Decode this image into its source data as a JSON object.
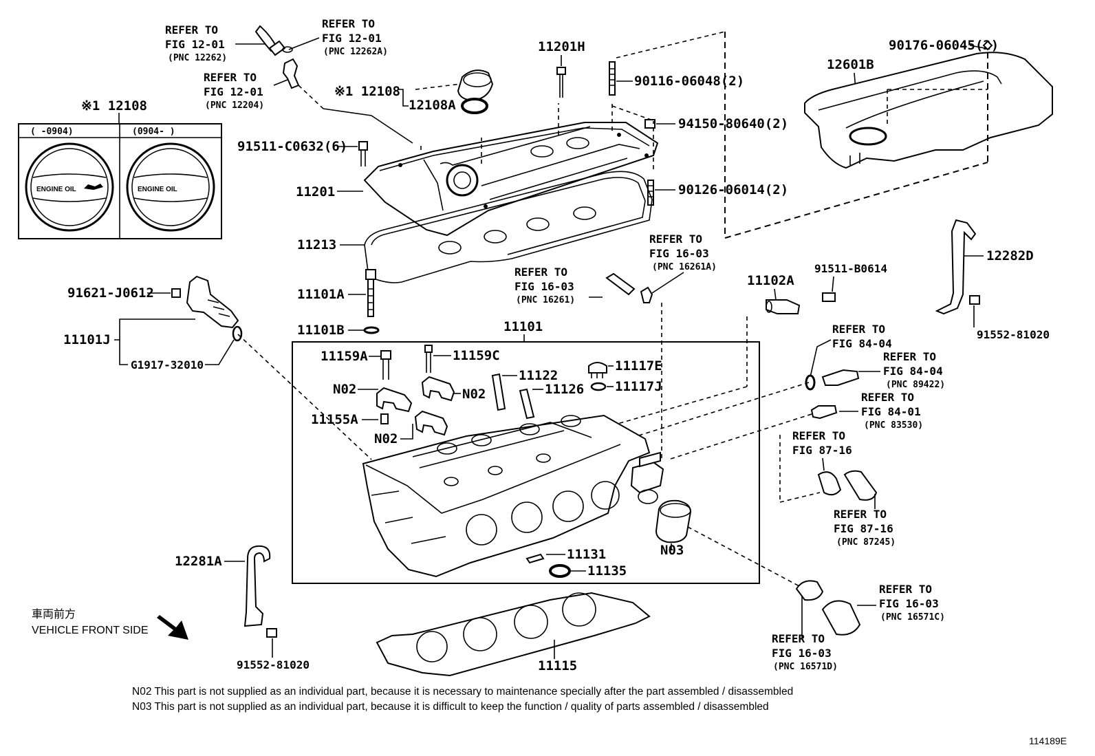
{
  "legend": {
    "title": "※1 12108",
    "col1": "(      -0904)",
    "col2": "(0904-      )",
    "cap_text": "ENGINE OIL"
  },
  "parts": {
    "p12108a": "12108A",
    "p12108_mark": "※1 12108",
    "p11201h": "11201H",
    "p90116": "90116-06048(2)",
    "p94150": "94150-80640(2)",
    "p91511c": "91511-C0632(6)",
    "p11201": "11201",
    "p90126": "90126-06014(2)",
    "p11213": "11213",
    "p12601b": "12601B",
    "p90176": "90176-06045(2)",
    "p11101a": "11101A",
    "p11101b": "11101B",
    "p91621": "91621-J0612",
    "p11101j": "11101J",
    "pg1917": "G1917-32010",
    "p11101": "11101",
    "p11159a": "11159A",
    "p11159c": "11159C",
    "p11122": "11122",
    "p11126": "11126",
    "p11117e": "11117E",
    "p11117j": "11117J",
    "pn02a": "N02",
    "pn02b": "N02",
    "pn02c": "N02",
    "p11155a": "11155A",
    "pn03": "N03",
    "p11131": "11131",
    "p11135": "11135",
    "p11102a": "11102A",
    "p91511b": "91511-B0614",
    "p12282d": "12282D",
    "p91552a": "91552-81020",
    "p12281a": "12281A",
    "p91552b": "91552-81020",
    "p11115": "11115"
  },
  "refs": {
    "r1": {
      "l1": "REFER TO",
      "l2": "FIG 12-01",
      "l3": "(PNC 12262)"
    },
    "r2": {
      "l1": "REFER TO",
      "l2": "FIG 12-01",
      "l3": "(PNC 12262A)"
    },
    "r3": {
      "l1": "REFER TO",
      "l2": "FIG 12-01",
      "l3": "(PNC 12204)"
    },
    "r4": {
      "l1": "REFER TO",
      "l2": "FIG 16-03",
      "l3": "(PNC 16261A)"
    },
    "r5": {
      "l1": "REFER TO",
      "l2": "FIG 16-03",
      "l3": "(PNC 16261)"
    },
    "r6": {
      "l1": "REFER TO",
      "l2": "FIG 84-04"
    },
    "r7": {
      "l1": "REFER TO",
      "l2": "FIG 84-04",
      "l3": "(PNC 89422)"
    },
    "r8": {
      "l1": "REFER TO",
      "l2": "FIG 84-01",
      "l3": "(PNC 83530)"
    },
    "r9": {
      "l1": "REFER TO",
      "l2": "FIG 87-16"
    },
    "r10": {
      "l1": "REFER TO",
      "l2": "FIG 87-16",
      "l3": "(PNC 87245)"
    },
    "r11": {
      "l1": "REFER TO",
      "l2": "FIG 16-03",
      "l3": "(PNC 16571C)"
    },
    "r12": {
      "l1": "REFER TO",
      "l2": "FIG 16-03",
      "l3": "(PNC 16571D)"
    }
  },
  "front": {
    "jp": "車両前方",
    "en": "VEHICLE FRONT SIDE"
  },
  "notes": {
    "n02": "N02 This part is not supplied as an individual part, because it is necessary to maintenance specially after the part assembled / disassembled",
    "n03": "N03 This part is not supplied as an individual part, because it is difficult to keep the function / quality of parts  assembled / disassembled"
  },
  "figure_id": "114189E"
}
